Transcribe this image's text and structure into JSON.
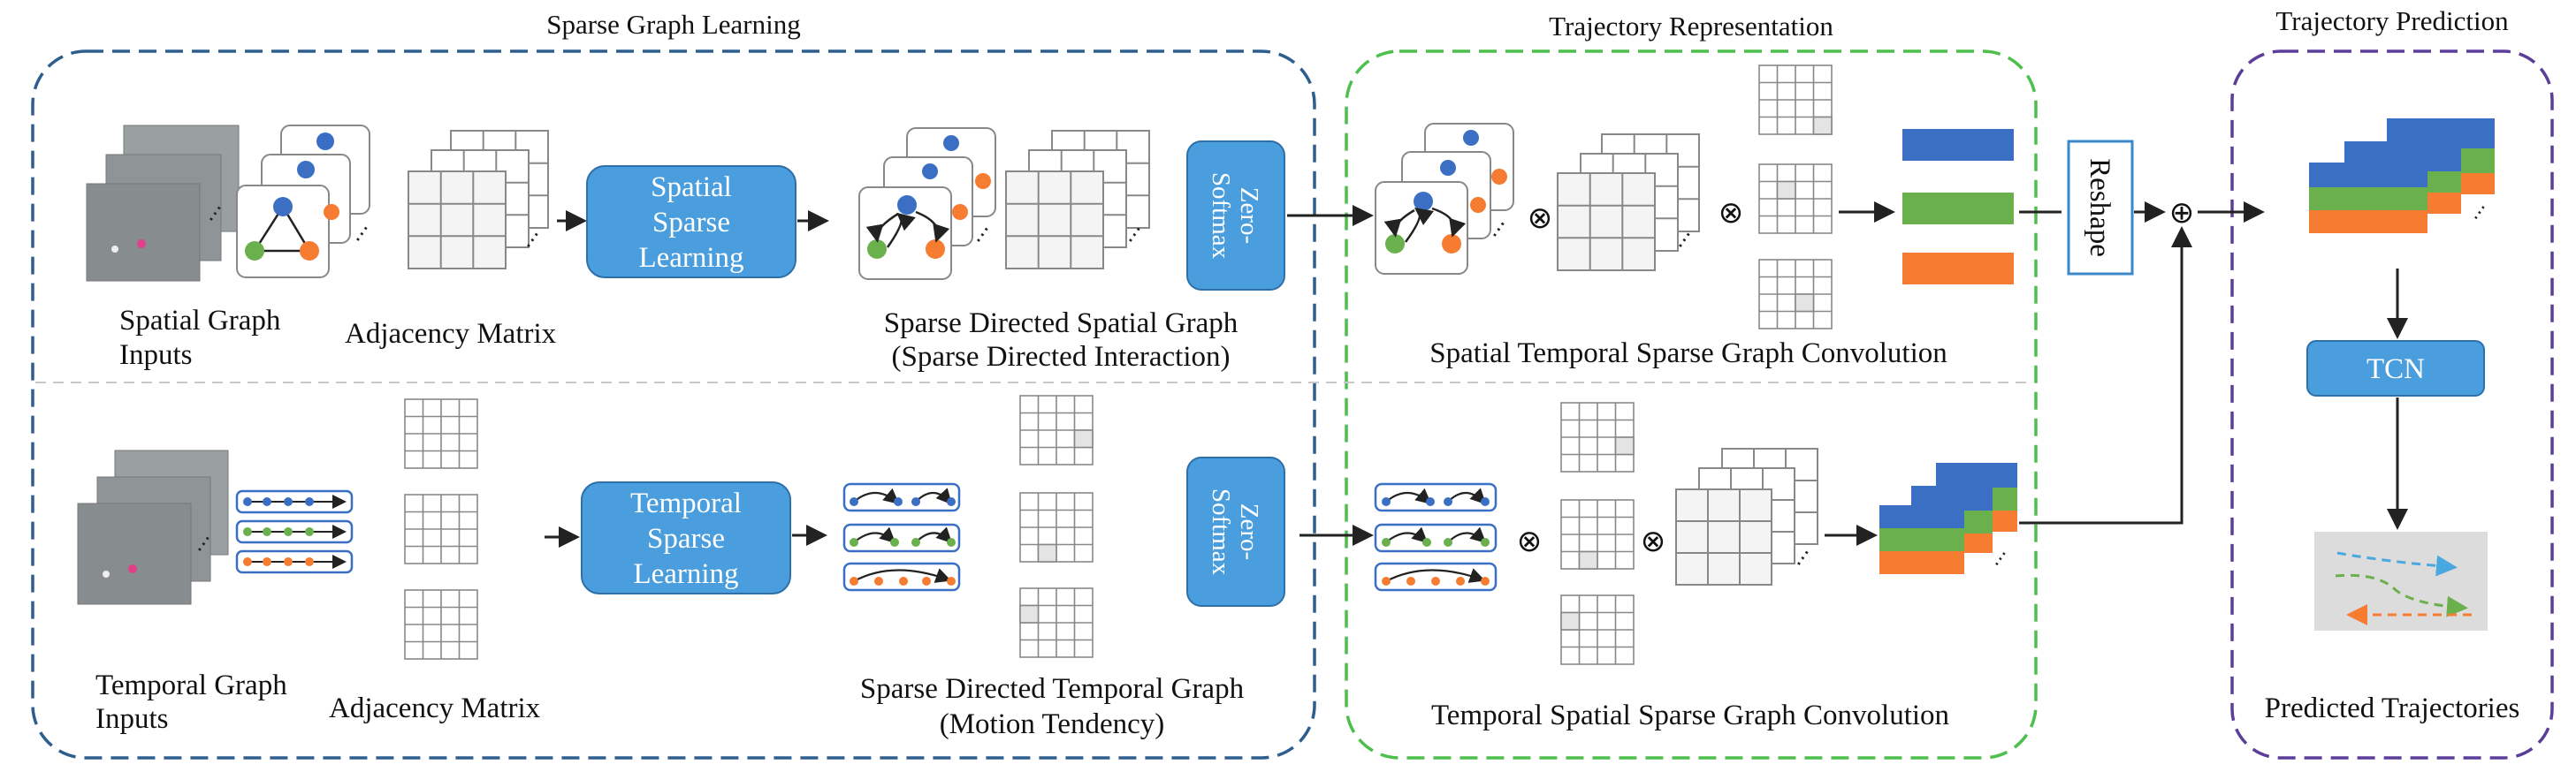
{
  "sections": {
    "sparse_graph_learning": "Sparse Graph Learning",
    "trajectory_representation": "Trajectory Representation",
    "trajectory_prediction": "Trajectory Prediction"
  },
  "spatial": {
    "inputs_label_line1": "Spatial Graph",
    "inputs_label_line2": "Inputs",
    "adjacency_label": "Adjacency Matrix",
    "learning_line1": "Spatial",
    "learning_line2": "Sparse",
    "learning_line3": "Learning",
    "graph_label_line1": "Sparse Directed Spatial Graph",
    "graph_label_line2": "(Sparse Directed Interaction)",
    "softmax_line1": "Zero-",
    "softmax_line2": "Softmax",
    "convolution_label": "Spatial Temporal Sparse Graph Convolution"
  },
  "temporal": {
    "inputs_label_line1": "Temporal Graph",
    "inputs_label_line2": "Inputs",
    "adjacency_label": "Adjacency Matrix",
    "learning_line1": "Temporal",
    "learning_line2": "Sparse",
    "learning_line3": "Learning",
    "graph_label_line1": "Sparse Directed Temporal Graph",
    "graph_label_line2": "(Motion Tendency)",
    "softmax_line1": "Zero-",
    "softmax_line2": "Softmax",
    "convolution_label": "Temporal Spatial Sparse Graph Convolution"
  },
  "operators": {
    "product": "⊗",
    "sum": "⊕"
  },
  "prediction": {
    "reshape_label": "Reshape",
    "tcn_label": "TCN",
    "output_label": "Predicted Trajectories"
  },
  "colors": {
    "block_fill": "#4a9ede",
    "block_stroke": "#2d6fa8",
    "blue": "#3b6fc4",
    "green": "#6ab04c",
    "orange": "#f57c30",
    "box_sparse_graph": "#2e5e8e",
    "box_representation": "#4cbf4c",
    "box_prediction": "#5a3e9a"
  }
}
